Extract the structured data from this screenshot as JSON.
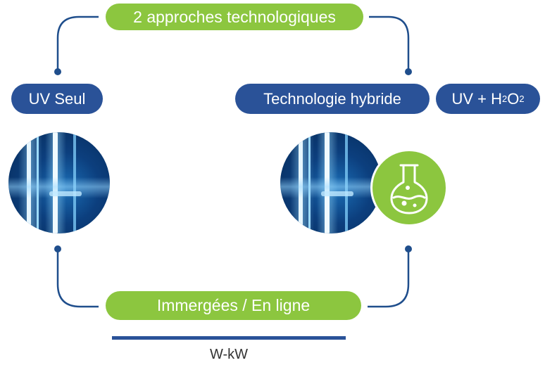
{
  "top_label": "2 approches technologiques",
  "left_label": "UV Seul",
  "right_label": "Technologie hybride",
  "uv_h2o2": {
    "prefix": "UV + H",
    "sub1": "2",
    "mid": "O",
    "sub2": "2"
  },
  "bottom_label": "Immergées / En ligne",
  "scale_label": "W-kW",
  "colors": {
    "green": "#8cc63f",
    "blue": "#2a5298",
    "connector": "#1f4e8c"
  },
  "icons": {
    "lamp": "uv-lamp-photo",
    "flask": "flask-icon"
  }
}
